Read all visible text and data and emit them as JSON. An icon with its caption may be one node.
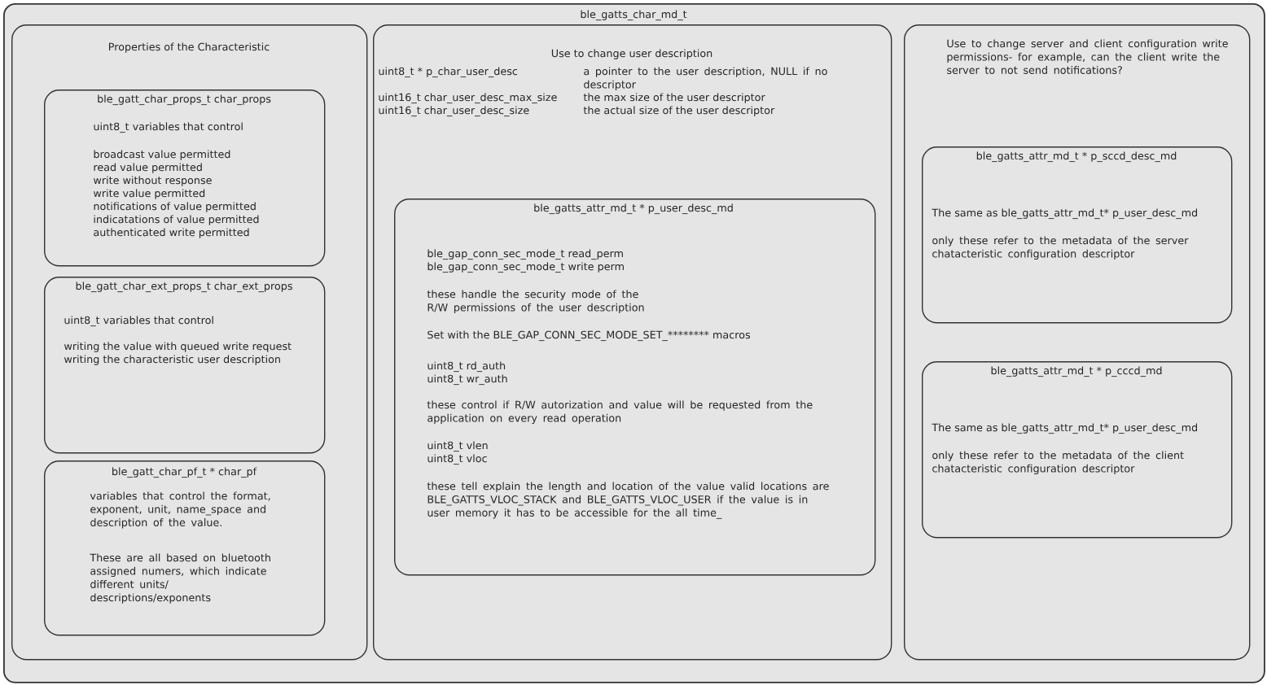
{
  "diagram": {
    "nodes": [
      {
        "text": [
          "ble_gatts_char_md_t"
        ]
      },
      {
        "text": [
          "Properties of the Characteristic"
        ],
        "in": 0
      },
      {
        "text": [
          "ble_gatt_char_props_t char_props",
          "uint8_t variables that control",
          "broadcast value permitted",
          "read value permitted",
          "write without response",
          "write value permitted",
          "notifications of value permitted",
          "indicatations of value permitted",
          "authenticated write permitted"
        ],
        "in": 1
      },
      {
        "text": [
          "ble_gatt_char_ext_props_t char_ext_props",
          "uint8_t variables that control",
          "writing the value with queued write request",
          "writing the characteristic user description"
        ],
        "in": 1
      },
      {
        "text": [
          "ble_gatt_char_pf_t * char_pf",
          "variables that control the format, exponent, unit, name_space and description of the value.",
          "These are all based on bluetooth assigned numers, which indicate different units/ descriptions/exponents"
        ],
        "in": 1
      },
      {
        "text": [
          "Use to change user description",
          "uint8_t * p_char_user_desc",
          "a pointer to the user description, NULL if no descriptor",
          "uint16_t char_user_desc_max_size",
          "the max size of the user descriptor",
          "uint16_t char_user_desc_size",
          "the actual size of the user descriptor"
        ],
        "in": 0
      },
      {
        "text": [
          "ble_gatts_attr_md_t * p_user_desc_md",
          "ble_gap_conn_sec_mode_t read_perm",
          "ble_gap_conn_sec_mode_t write perm",
          "these handle the security mode of the R/W permissions of the user description",
          "Set with the BLE_GAP_CONN_SEC_MODE_SET_******** macros",
          "uint8_t rd_auth",
          "uint8_t wr_auth",
          "these control if R/W autorization and value will be requested from the application on every read operation",
          "uint8_t vlen",
          "uint8_t vloc",
          "these tell explain the length and location of the value valid locations are BLE_GATTS_VLOC_STACK and BLE_GATTS_VLOC_USER if the value is in user memory it has to be accessible for the all time_"
        ],
        "in": 5
      },
      {
        "text": [
          "Use to change server and client configuration write permissions- for example, can the client write the server to not send notifications?"
        ],
        "in": 0
      },
      {
        "text": [
          "ble_gatts_attr_md_t * p_sccd_desc_md",
          "The same as ble_gatts_attr_md_t* p_user_desc_md",
          "only these refer to the metadata of the server chatacteristic configuration descriptor"
        ],
        "in": 7
      },
      {
        "text": [
          "ble_gatts_attr_md_t * p_cccd_md",
          "The same as ble_gatts_attr_md_t* p_user_desc_md",
          "only these refer to the metadata of the client chatacteristic configuration descriptor"
        ],
        "in": 7
      }
    ]
  }
}
